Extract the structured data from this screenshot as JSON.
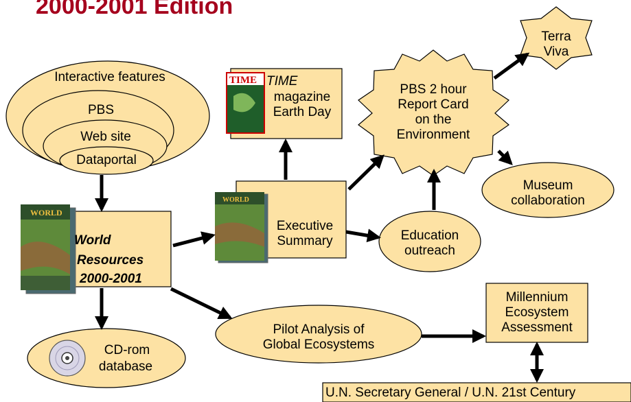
{
  "slide": {
    "title": "2000-2001 Edition"
  },
  "colors": {
    "fill": "#fde2a4",
    "stroke": "#000000",
    "title": "#a5001d",
    "arrow": "#000000"
  },
  "nodes": {
    "interactive": {
      "line1": "Interactive features",
      "line2": "PBS",
      "line3": "Web site",
      "line4": "Dataportal"
    },
    "world_resources": {
      "line1": "World",
      "line2": "Resources",
      "line3": "2000-2001"
    },
    "cdrom": {
      "line1": "CD-rom",
      "line2": "database"
    },
    "time": {
      "line1": "TIME",
      "line2": "magazine\nEarth Day"
    },
    "exec_summary": {
      "text": "Executive\nSummary"
    },
    "pbs_report": {
      "text": "PBS 2 hour\nReport Card\non the\nEnvironment"
    },
    "terra_viva": {
      "text": "Terra\nViva"
    },
    "museum": {
      "text": "Museum\ncollaboration"
    },
    "education": {
      "text": "Education\noutreach"
    },
    "pilot": {
      "text": "Pilot Analysis of\nGlobal Ecosystems"
    },
    "millennium": {
      "text": "Millennium\nEcosystem\nAssessment"
    },
    "un": {
      "text": "U.N. Secretary General / U.N. 21st Century"
    }
  },
  "icons": [
    "book-cover-icon",
    "magazine-cover-icon",
    "cd-disc-icon"
  ]
}
